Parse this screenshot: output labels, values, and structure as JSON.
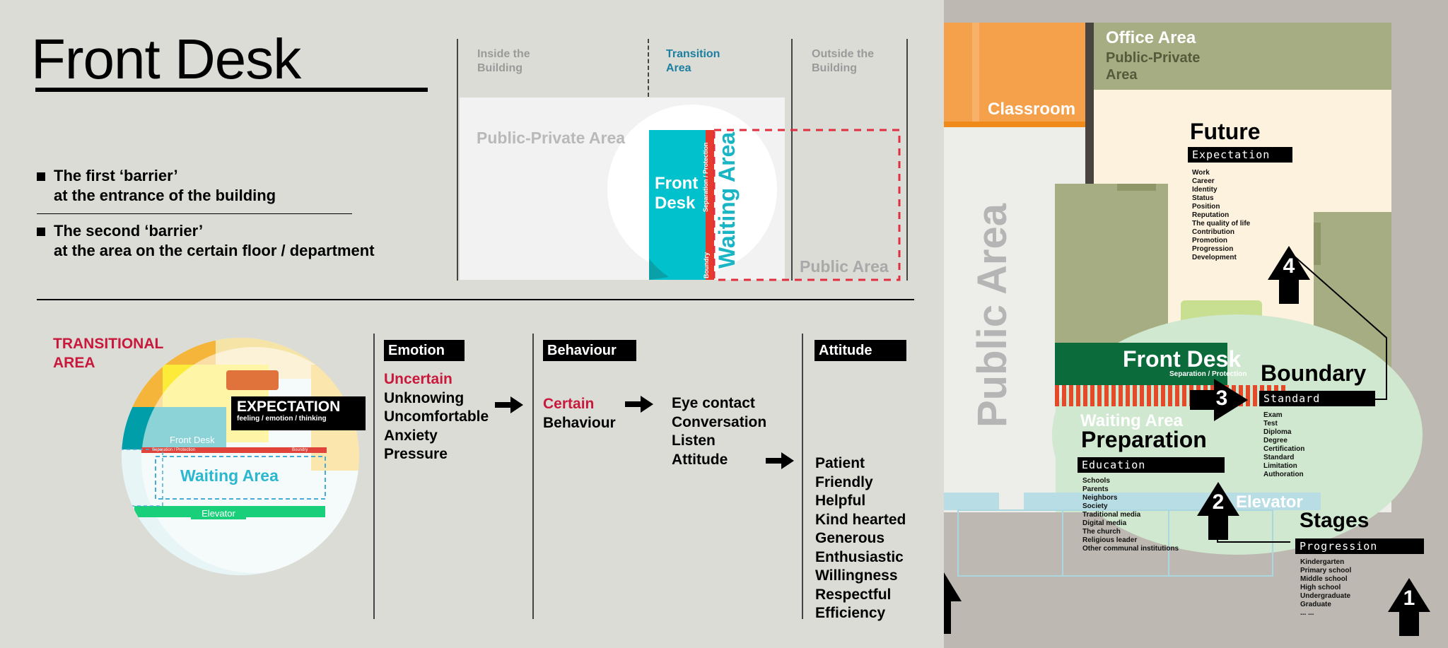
{
  "title": "Front Desk",
  "barriers": [
    {
      "line1": "The first ‘barrier’",
      "line2": "at the entrance of the building"
    },
    {
      "line1": "The second ‘barrier’",
      "line2": "at the area on the certain floor / department"
    }
  ],
  "zones": {
    "inside": "Inside the Building",
    "transition": "Transition Area",
    "outside": "Outside the Building"
  },
  "section_diagram": {
    "public_private": "Public-Private Area",
    "front_desk": "Front Desk",
    "separation": "Separation / Protection",
    "boundry": "Boundry",
    "waiting_area": "Waiting Area",
    "public_area": "Public Area"
  },
  "transitional": {
    "heading_line1": "TRANSITIONAL",
    "heading_line2": "AREA",
    "expectation": "EXPECTATION",
    "expectation_sub": "feeling / emotion / thinking",
    "front_desk": "Front Desk",
    "separation": "Separation / Protection",
    "boundry": "Boundry",
    "waiting_area": "Waiting Area",
    "elevator": "Elevator"
  },
  "emotion": {
    "label": "Emotion",
    "items": [
      "Uncertain",
      "Unknowing",
      "Uncomfortable",
      "Anxiety",
      "Pressure"
    ]
  },
  "behaviour": {
    "label": "Behaviour",
    "state_line1": "Certain",
    "state_line2": "Behaviour",
    "items": [
      "Eye contact",
      "Conversation",
      "Listen",
      "Attitude"
    ]
  },
  "attitude": {
    "label": "Attitude",
    "items": [
      "Patient",
      "Friendly",
      "Helpful",
      "Kind hearted",
      "Generous",
      "Enthusiastic",
      "Willingness",
      "Respectful",
      "Efficiency"
    ]
  },
  "floorplan": {
    "office_area": "Office Area",
    "public_private_line1": "Public-Private",
    "public_private_line2": "Area",
    "classroom": "Classroom",
    "public_area": "Public Area",
    "front_desk": "Front Desk",
    "separation": "Separation / Protection",
    "waiting_area": "Waiting Area",
    "elevator": "Elevator",
    "future": {
      "title": "Future",
      "label": "Expectation",
      "items": [
        "Work",
        "Career",
        "Identity",
        "Status",
        "Position",
        "Reputation",
        "The quality of life",
        "Contribution",
        "Promotion",
        "Progression",
        "Development"
      ]
    },
    "boundary": {
      "title": "Boundary",
      "label": "Standard",
      "items": [
        "Exam",
        "Test",
        "Diploma",
        "Degree",
        "Certification",
        "Standard",
        "Limitation",
        "Authoration"
      ]
    },
    "preparation": {
      "title": "Preparation",
      "label": "Education",
      "items": [
        "Schools",
        "Parents",
        "Neighbors",
        "Society",
        "Traditional media",
        "Digital media",
        "The church",
        "Religious leader",
        "Other communal institutions"
      ]
    },
    "stages": {
      "title": "Stages",
      "label": "Progression",
      "items": [
        "Kindergarten",
        "Primary school",
        "Middle school",
        "High school",
        "Undergraduate",
        "Graduate",
        "... ..."
      ]
    },
    "stage_numbers": [
      "1",
      "2",
      "3",
      "4"
    ]
  },
  "colors": {
    "accent_red": "#c8193c",
    "teal": "#00c1cc",
    "green_dark": "#0b6b3a",
    "orange": "#f5a04a",
    "olive": "#a7ad82",
    "cream": "#fdf2dd",
    "waiting_green": "#cfe8cf"
  }
}
